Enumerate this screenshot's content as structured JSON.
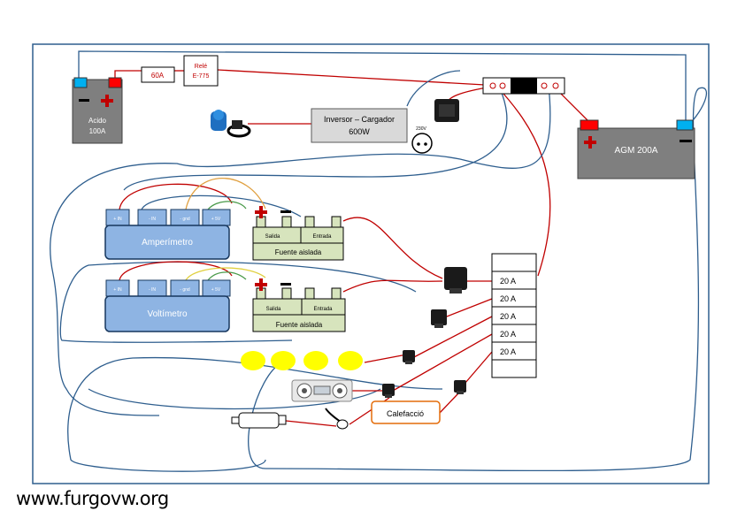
{
  "battery_acid": {
    "label_line1": "Acido",
    "label_line2": "100A"
  },
  "fuse_main": {
    "label": "60A"
  },
  "relay": {
    "label_line1": "Relé",
    "label_line2": "E-775"
  },
  "inverter": {
    "label_line1": "Inversor – Cargador",
    "label_line2": "600W"
  },
  "socket": {
    "label": "230V"
  },
  "battery_agm": {
    "label": "AGM 200A"
  },
  "ammeter": {
    "label": "Amperímetro",
    "terminals": [
      "+ IN",
      "- IN",
      "- gnd",
      "+ 5V"
    ]
  },
  "voltmeter": {
    "label": "Voltímetro",
    "terminals": [
      "+ IN",
      "- IN",
      "- gnd",
      "+ 5V"
    ]
  },
  "isolated_supply_1": {
    "label": "Fuente aislada",
    "out": "Salida",
    "in": "Entrada"
  },
  "isolated_supply_2": {
    "label": "Fuente aislada",
    "out": "Salida",
    "in": "Entrada"
  },
  "fuse_box": {
    "fuses": [
      "20 A",
      "20 A",
      "20 A",
      "20 A",
      "20 A"
    ]
  },
  "heater": {
    "label": "Calefacció"
  },
  "footer": {
    "url": "www.furgovw.org"
  },
  "colors": {
    "wire_red": "#c00000",
    "wire_blue": "#2e5e8e",
    "panel_blue": "#8eb4e3",
    "led_yellow": "#ffff00",
    "heater_border": "#e46c0a",
    "battery_grey": "#7f7f7f"
  }
}
